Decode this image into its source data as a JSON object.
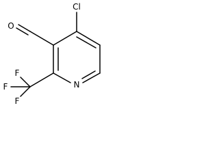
{
  "structure": {
    "atoms": {
      "chlorine": "Cl",
      "oxygen": "O",
      "nitrogen": "N",
      "fluorine_top": "F",
      "fluorine_left": "F",
      "fluorine_bottom": "F"
    },
    "colors": {
      "bond": "#000000",
      "label": "#000000",
      "background": "#ffffff"
    }
  }
}
